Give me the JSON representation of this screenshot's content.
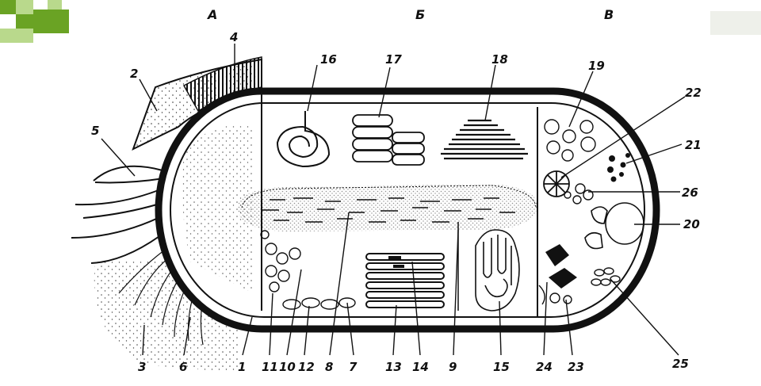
{
  "slide": {
    "corner_blocks_color": "#6aa324",
    "corner_blocks_light": "#b9d98c",
    "top_right_box_color": "#eef0ea"
  },
  "sections": [
    "А",
    "Б",
    "В"
  ],
  "labels": [
    "1",
    "2",
    "3",
    "4",
    "5",
    "6",
    "7",
    "8",
    "9",
    "10",
    "11",
    "12",
    "13",
    "14",
    "15",
    "16",
    "17",
    "18",
    "19",
    "20",
    "21",
    "22",
    "23",
    "24",
    "25",
    "26"
  ]
}
